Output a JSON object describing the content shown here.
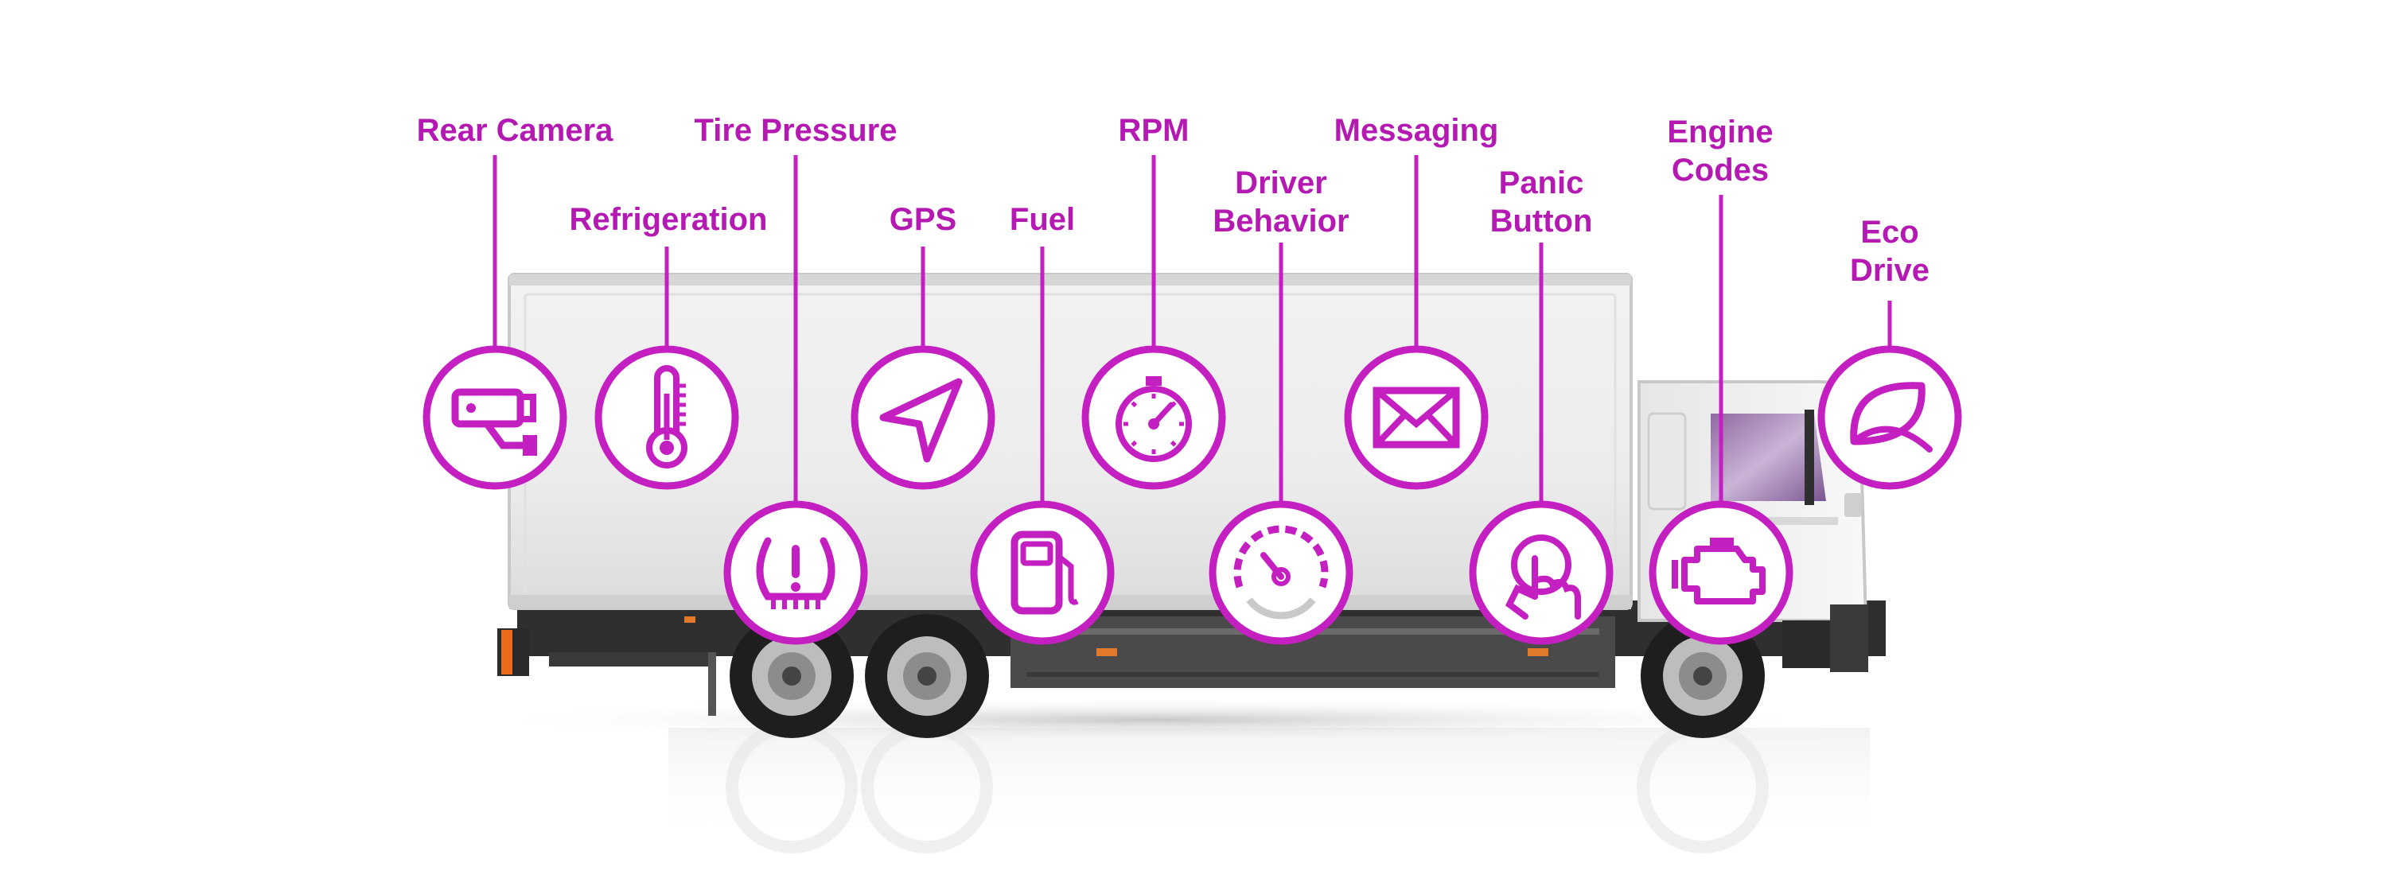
{
  "accent_color": "#c41fc1",
  "features": [
    {
      "id": "rear-camera",
      "label": "Rear Camera",
      "icon": "camera-icon"
    },
    {
      "id": "refrigeration",
      "label": "Refrigeration",
      "icon": "thermometer-icon"
    },
    {
      "id": "tire-pressure",
      "label": "Tire Pressure",
      "icon": "tire-pressure-icon"
    },
    {
      "id": "gps",
      "label": "GPS",
      "icon": "navigation-arrow-icon"
    },
    {
      "id": "fuel",
      "label": "Fuel",
      "icon": "fuel-pump-icon"
    },
    {
      "id": "rpm",
      "label": "RPM",
      "icon": "stopwatch-icon"
    },
    {
      "id": "driver-behavior",
      "label": "Driver\nBehavior",
      "icon": "speedometer-icon"
    },
    {
      "id": "messaging",
      "label": "Messaging",
      "icon": "envelope-icon"
    },
    {
      "id": "panic-button",
      "label": "Panic\nButton",
      "icon": "push-button-icon"
    },
    {
      "id": "engine-codes",
      "label": "Engine\nCodes",
      "icon": "engine-icon"
    },
    {
      "id": "eco-drive",
      "label": "Eco\nDrive",
      "icon": "leaf-icon"
    }
  ]
}
